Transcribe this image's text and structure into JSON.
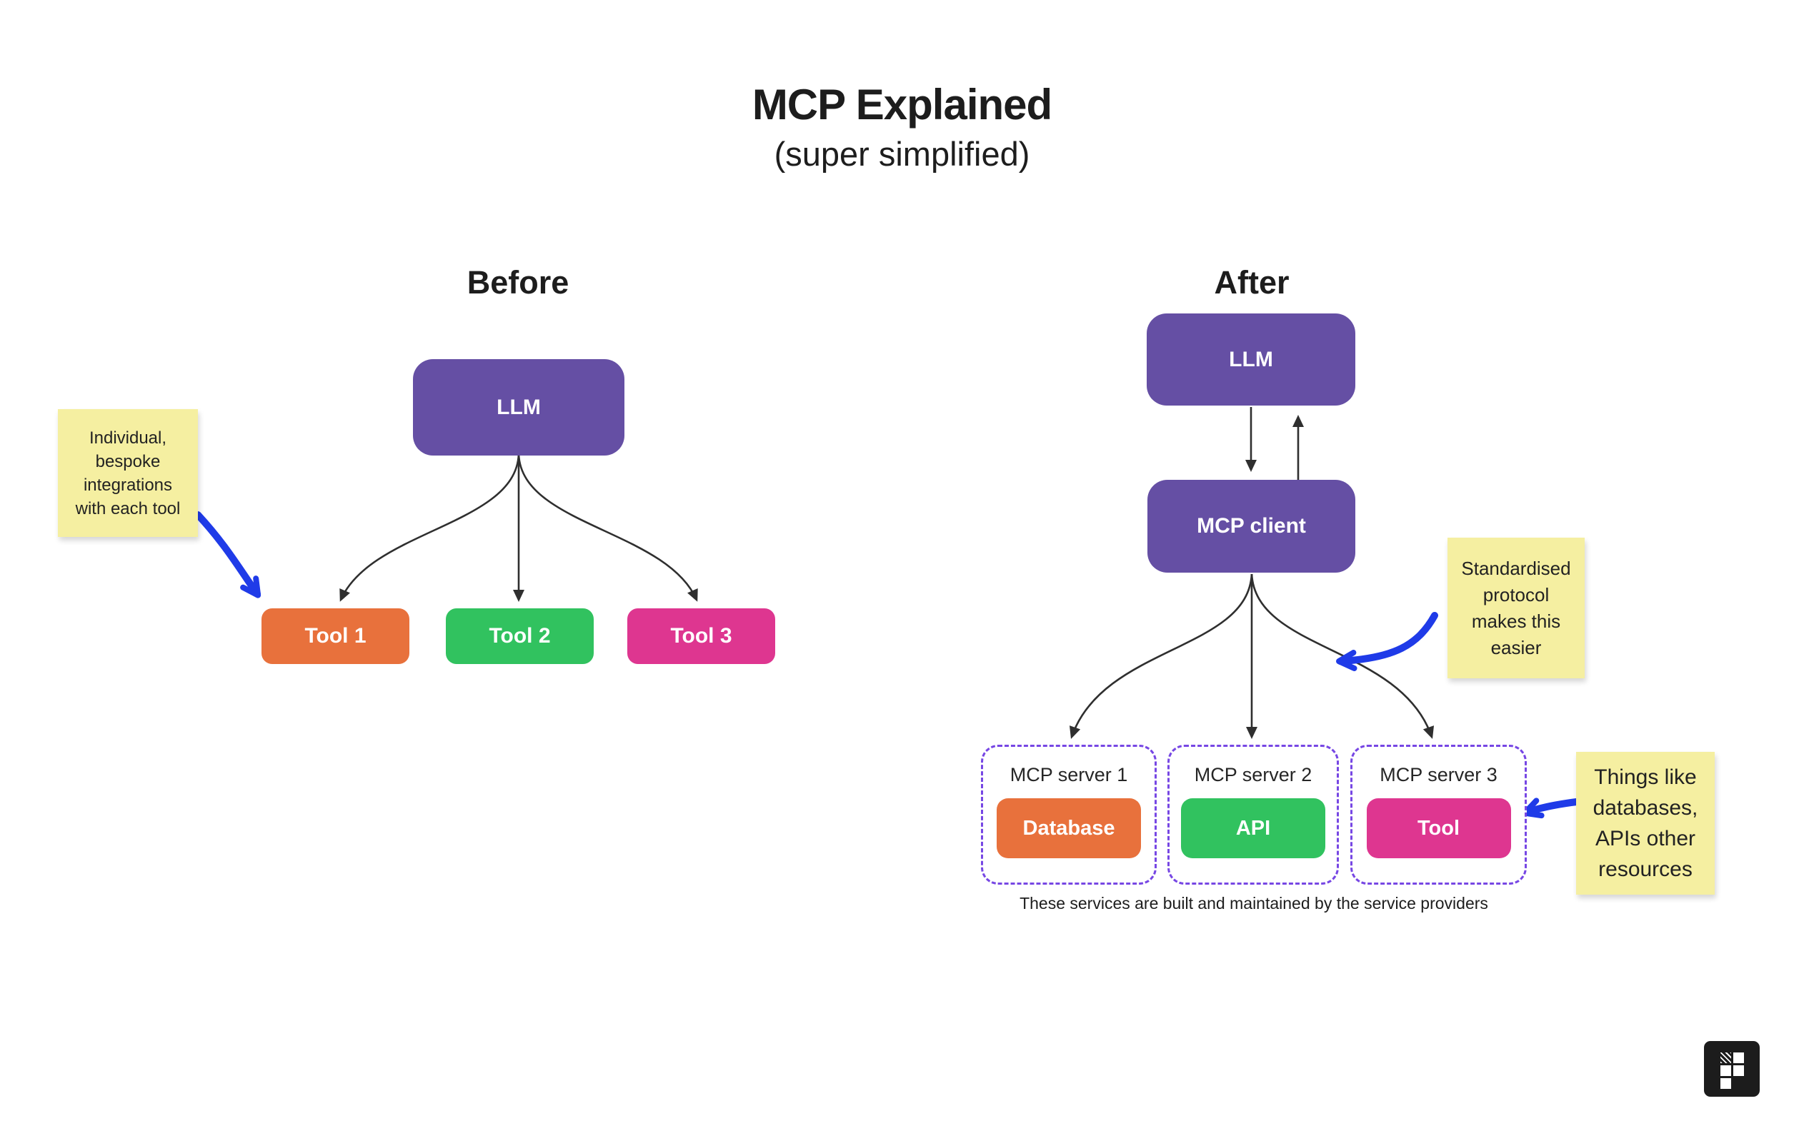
{
  "title": {
    "main": "MCP Explained",
    "subtitle": "(super simplified)"
  },
  "colors": {
    "box_purple": "#654FA4",
    "orange": "#E8713C",
    "green": "#31C25F",
    "pink": "#DE3690",
    "sticky_yellow": "#F5EFA1",
    "arrow_blue": "#1F3BE8",
    "dashed_border_purple": "#7747E4",
    "connector_dark": "#2F2F2F",
    "label_white": "#FFFFFF"
  },
  "before": {
    "heading": "Before",
    "llm_label": "LLM",
    "tools": [
      {
        "label": "Tool 1",
        "color": "#E8713C"
      },
      {
        "label": "Tool 2",
        "color": "#31C25F"
      },
      {
        "label": "Tool 3",
        "color": "#DE3690"
      }
    ],
    "note_text": "Individual,\nbespoke\nintegrations\nwith each tool"
  },
  "after": {
    "heading": "After",
    "llm_label": "LLM",
    "client_label": "MCP client",
    "servers": [
      {
        "title": "MCP server 1",
        "resource": "Database",
        "color": "#E8713C"
      },
      {
        "title": "MCP server 2",
        "resource": "API",
        "color": "#31C25F"
      },
      {
        "title": "MCP server 3",
        "resource": "Tool",
        "color": "#DE3690"
      }
    ],
    "note_protocol": "Standardised\nprotocol\nmakes this\neasier",
    "note_resources": "Things like\ndatabases,\nAPIs other\nresources",
    "caption": "These services are built and maintained by the service providers"
  }
}
